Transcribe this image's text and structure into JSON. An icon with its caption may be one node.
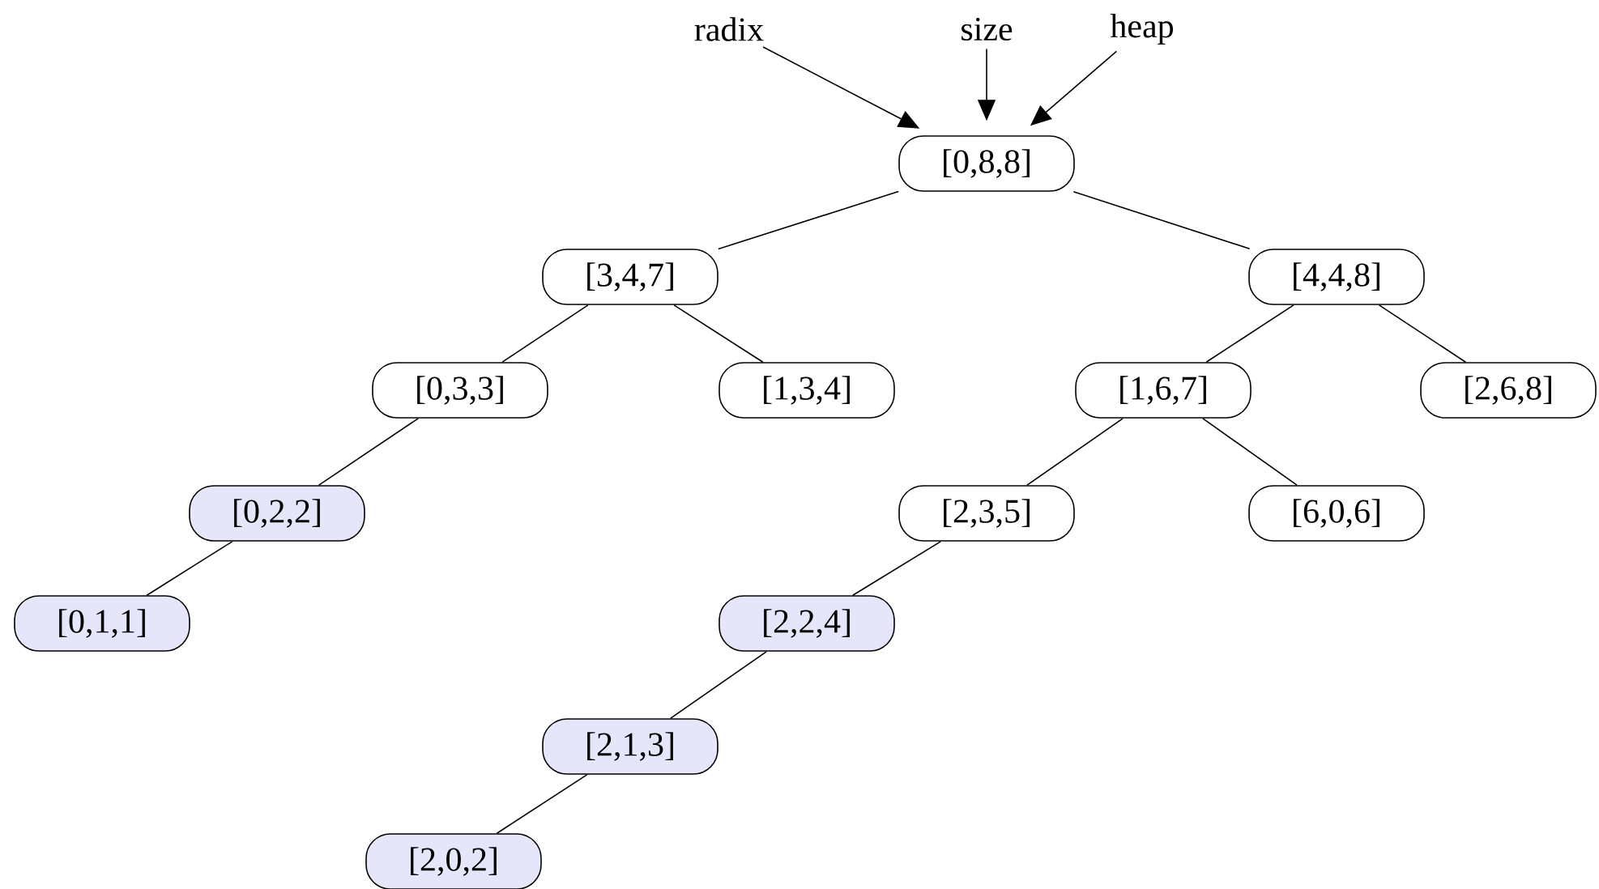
{
  "diagram": {
    "nodes": [
      {
        "text": [
          "radix"
        ]
      },
      {
        "text": [
          "size"
        ]
      },
      {
        "text": [
          "heap"
        ]
      },
      {
        "text": [
          "[0,8,8]"
        ]
      },
      {
        "text": [
          "[3,4,7]"
        ]
      },
      {
        "text": [
          "[4,4,8]"
        ]
      },
      {
        "text": [
          "[0,3,3]"
        ]
      },
      {
        "text": [
          "[1,3,4]"
        ]
      },
      {
        "text": [
          "[1,6,7]"
        ]
      },
      {
        "text": [
          "[2,6,8]"
        ]
      },
      {
        "text": [
          "[0,2,2]"
        ]
      },
      {
        "text": [
          "[2,3,5]"
        ]
      },
      {
        "text": [
          "[6,0,6]"
        ]
      },
      {
        "text": [
          "[0,1,1]"
        ]
      },
      {
        "text": [
          "[2,2,4]"
        ]
      },
      {
        "text": [
          "[2,1,3]"
        ]
      },
      {
        "text": [
          "[2,0,2]"
        ]
      }
    ],
    "edges": [
      {
        "from": 0,
        "to": 3,
        "arrow": "to"
      },
      {
        "from": 1,
        "to": 3,
        "arrow": "to"
      },
      {
        "from": 2,
        "to": 3,
        "arrow": "to"
      },
      {
        "from": 3,
        "to": 4,
        "arrow": "none"
      },
      {
        "from": 3,
        "to": 5,
        "arrow": "none"
      },
      {
        "from": 4,
        "to": 6,
        "arrow": "none"
      },
      {
        "from": 4,
        "to": 7,
        "arrow": "none"
      },
      {
        "from": 5,
        "to": 8,
        "arrow": "none"
      },
      {
        "from": 5,
        "to": 9,
        "arrow": "none"
      },
      {
        "from": 6,
        "to": 10,
        "arrow": "none"
      },
      {
        "from": 8,
        "to": 11,
        "arrow": "none"
      },
      {
        "from": 8,
        "to": 12,
        "arrow": "none"
      },
      {
        "from": 10,
        "to": 13,
        "arrow": "none"
      },
      {
        "from": 11,
        "to": 14,
        "arrow": "none"
      },
      {
        "from": 14,
        "to": 15,
        "arrow": "none"
      },
      {
        "from": 15,
        "to": 16,
        "arrow": "none"
      }
    ]
  }
}
